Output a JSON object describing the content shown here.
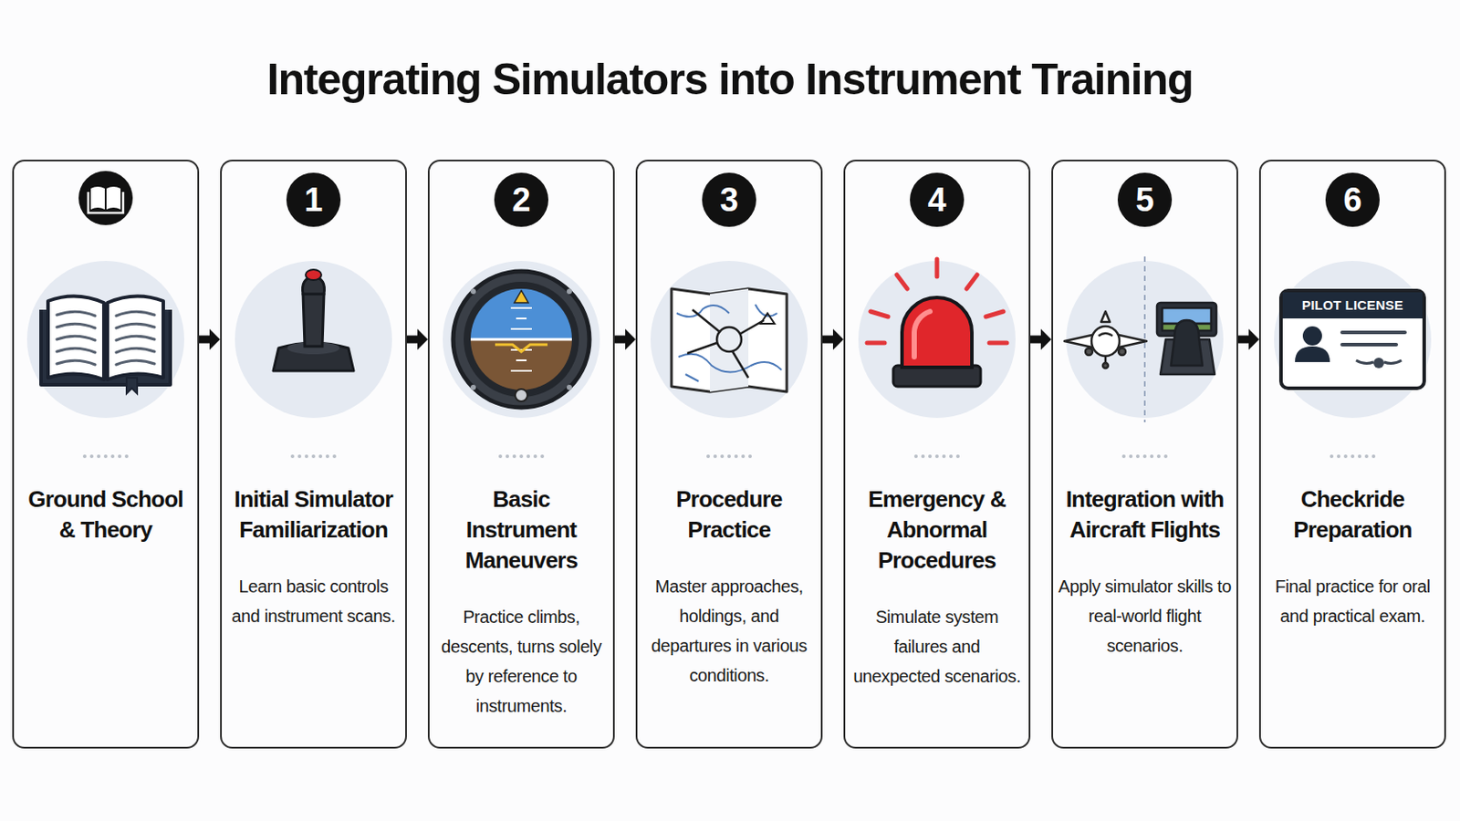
{
  "diagram": {
    "title": "Integrating Simulators into Instrument Training",
    "nodes": [
      {
        "text": [
          "Ground School & Theory"
        ]
      },
      {
        "text": [
          "1",
          "Initial Simulator Familiarization",
          "Learn basic controls and instrument scans."
        ]
      },
      {
        "text": [
          "2",
          "Basic Instrument Maneuvers",
          "Practice climbs, descents, turns solely by reference to instruments."
        ]
      },
      {
        "text": [
          "3",
          "Procedure Practice",
          "Master approaches, holdings, and departures in various conditions."
        ]
      },
      {
        "text": [
          "4",
          "Emergency & Abnormal Procedures",
          "Simulate system failures and unexpected scenarios."
        ]
      },
      {
        "text": [
          "5",
          "Integration with Aircraft Flights",
          "Apply simulator skills to real-world flight scenarios."
        ]
      },
      {
        "text": [
          "6",
          "Checkride Preparation",
          "Final practice for oral and practical exam."
        ]
      }
    ],
    "edges": [
      {
        "from": 0,
        "to": 1,
        "arrow": "to"
      },
      {
        "from": 1,
        "to": 2,
        "arrow": "to"
      },
      {
        "from": 2,
        "to": 3,
        "arrow": "to"
      },
      {
        "from": 3,
        "to": 4,
        "arrow": "to"
      },
      {
        "from": 4,
        "to": 5,
        "arrow": "to"
      },
      {
        "from": 5,
        "to": 6,
        "arrow": "to"
      }
    ],
    "labels": [
      "PILOT LICENSE"
    ]
  }
}
